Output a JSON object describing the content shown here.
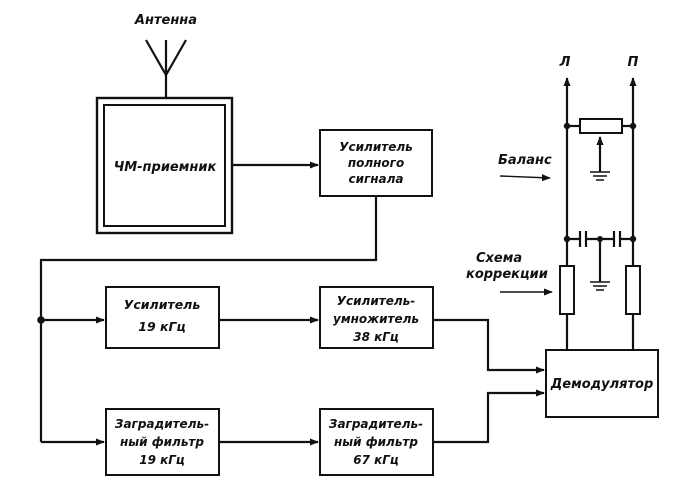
{
  "antenna": {
    "label": "Антенна"
  },
  "blocks": {
    "fm_receiver": {
      "label": "ЧМ-приемник"
    },
    "full_signal_amp": {
      "lines": [
        "Усилитель",
        "полного",
        "сигнала"
      ]
    },
    "amp_19": {
      "lines": [
        "Усилитель",
        "19 кГц"
      ]
    },
    "amp_mult_38": {
      "lines": [
        "Усилитель-",
        "умножитель",
        "38 кГц"
      ]
    },
    "notch_19": {
      "lines": [
        "Заградитель-",
        "ный фильтр",
        "19 кГц"
      ]
    },
    "notch_67": {
      "lines": [
        "Заградитель-",
        "ный фильтр",
        "67 кГц"
      ]
    },
    "demodulator": {
      "label": "Демодулятор"
    }
  },
  "outputs": {
    "left": "Л",
    "right": "П"
  },
  "balance": {
    "label": "Баланс"
  },
  "correction": {
    "lines": [
      "Схема",
      "коррекции"
    ]
  }
}
